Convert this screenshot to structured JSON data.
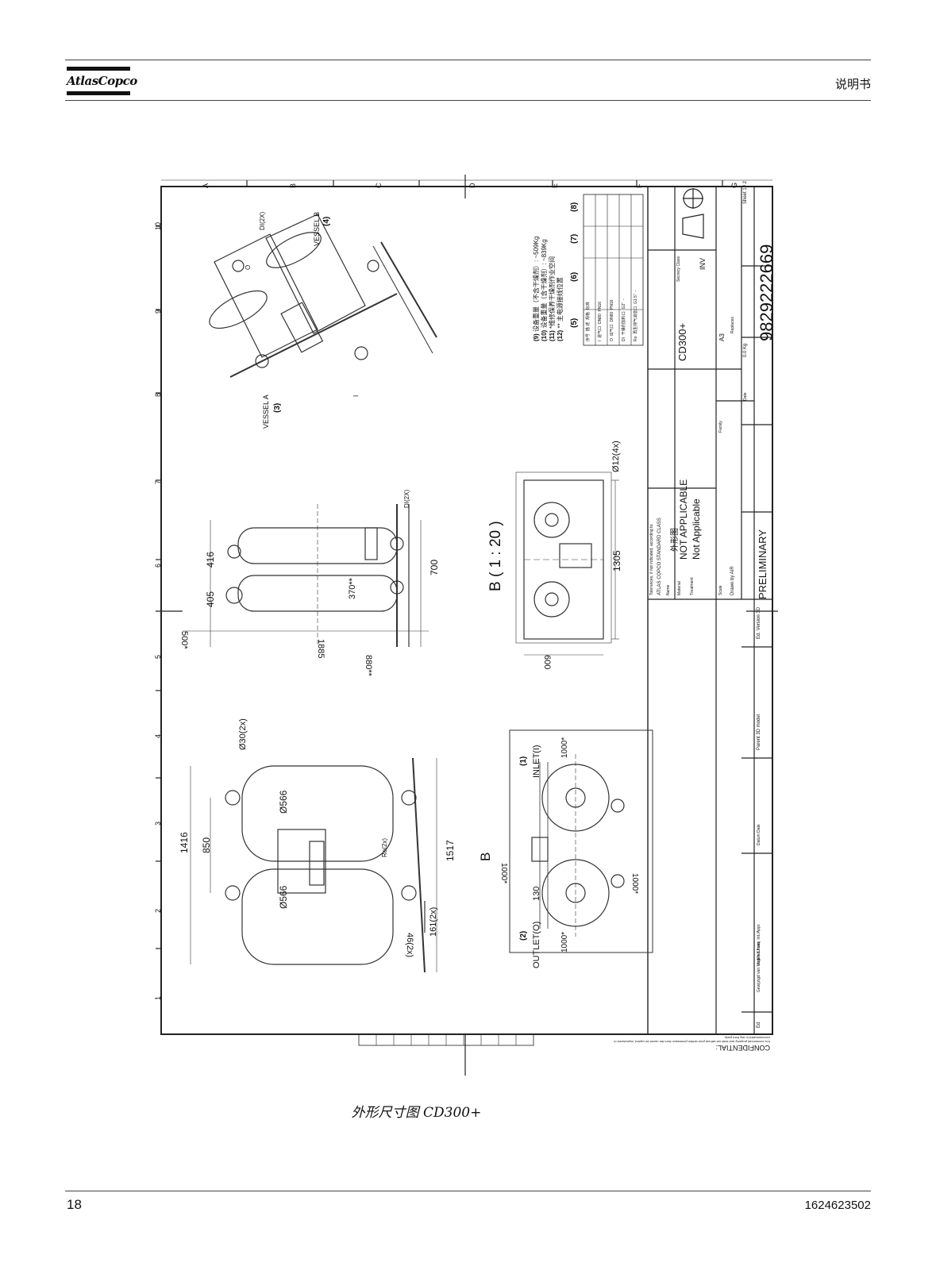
{
  "header": {
    "logo_text": "AtlasCopco",
    "doc_type": "说明书"
  },
  "drawing": {
    "views": {
      "iso_labels": {
        "vessel_a": "VESSEL A",
        "vessel_a_num": "(3)",
        "vessel_b": "VESSEL B",
        "vessel_b_num": "(4)",
        "di": "DI(2X)",
        "o": "O",
        "i": "I"
      },
      "side_view": {
        "d416": "416",
        "d405": "405",
        "d370": "370**",
        "d700": "700",
        "d880": "880**",
        "d1885": "1885",
        "d500": "500*",
        "di": "DI(2X)"
      },
      "section_label": "B ( 1 : 20 )",
      "bottom_view": {
        "d600": "600",
        "d1305": "1305",
        "d12": "Ø12(4x)"
      },
      "front_view": {
        "d30": "Ø30(2x)",
        "d1416": "1416",
        "d850": "850",
        "d566a": "Ø566",
        "d566b": "Ø566",
        "ro": "Ro(2x)",
        "d1517": "1517",
        "d161": "161(2x)",
        "d46": "46(2x)",
        "b_arrow": "B"
      },
      "top_view": {
        "inlet": "INLET(I)",
        "inlet_num": "(1)",
        "outlet": "OUTLET(O)",
        "outlet_num": "(2)",
        "d1000a": "1000*",
        "d1000b": "1000*",
        "d1000c": "1000*",
        "d1000d": "1000*",
        "d130": "130"
      }
    },
    "notes": [
      {
        "num": "(9)",
        "text": "设备重量（不含干燥剂）: ~509Kg"
      },
      {
        "num": "(10)",
        "text": "设备重量（含干燥剂）: ~839Kg"
      },
      {
        "num": "(11)",
        "text": "*维修保养干燥剂作业空间"
      },
      {
        "num": "(12)",
        "text": "** 主电源接线位置"
      }
    ],
    "table_headers": [
      "(5)",
      "(6)",
      "(7)",
      "(8)"
    ],
    "table_rows": [
      [
        "序号",
        "描 述",
        "规格",
        "标准"
      ],
      [
        "I",
        "进气口",
        "DN80",
        "PN16"
      ],
      [
        "O",
        "出气口",
        "DN80",
        "PN16"
      ],
      [
        "DI",
        "干燥剂加料口",
        "G2\"",
        "-"
      ],
      [
        "Ro",
        "再生排气消音口",
        "G1.5\"",
        "-"
      ]
    ],
    "title_block": {
      "tolerance": "Tolerances, if not indicated, according to:",
      "standard": "ATLAS COPCO STANDARD CLASS",
      "name_label": "Name",
      "name": "外形图",
      "material_label": "Material",
      "material": "NOT APPLICABLE",
      "treatment_label": "Treatment",
      "treatment": "Not Applicable",
      "status": "PRELIMINARY",
      "model": "CD300+",
      "secrecy": "Secrecy Class",
      "inv": "INV",
      "scale": "Scale",
      "drawn_by": "Drawn by  AIR",
      "family": "Family",
      "format": "A3",
      "replaces": "Replaces",
      "weight": "0.0 Kg",
      "drawing_number": "9829222669",
      "sheet": "Sheet 1 / 2",
      "date": "Date",
      "version": "Ed.  Version 3D",
      "parent": "Parent 3D model",
      "datum": "Datum  Date",
      "ingen": "Ingen./Ursaq.  Int./Appr.",
      "modified": "Gewijzigd van  Modified from",
      "ed": "Ed",
      "confidential": "CONFIDENTIAL:",
      "confidential_text": "It is commercial property and shall not without prior written permission from the owner be copied, reproduced or communicated to any third party."
    },
    "border_letters": [
      "A",
      "B",
      "C",
      "D",
      "E",
      "F",
      "G"
    ],
    "border_numbers": [
      "1",
      "2",
      "3",
      "4",
      "5",
      "6",
      "7",
      "8",
      "9",
      "10"
    ]
  },
  "caption": "外形尺寸图  CD300+",
  "footer": {
    "page_number": "18",
    "doc_number": "1624623502"
  }
}
